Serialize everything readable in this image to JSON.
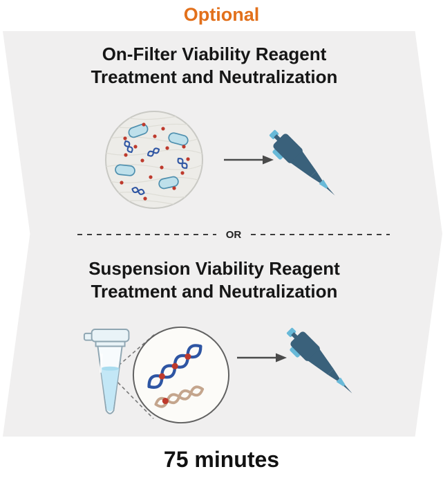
{
  "diagram": {
    "optional_label": "Optional",
    "or_label": "OR",
    "duration_label": "75 minutes",
    "sections": [
      {
        "title_line1": "On-Filter Viability Reagent",
        "title_line2": "Treatment and Neutralization"
      },
      {
        "title_line1": "Suspension Viability Reagent",
        "title_line2": "Treatment and Neutralization"
      }
    ],
    "icons": {
      "section1_left": "membrane-filter-with-microbes-icon",
      "section1_arrow": "arrow-right-icon",
      "section1_right": "micropipette-icon",
      "section2_left": "microcentrifuge-tube-icon",
      "section2_zoom": "dna-magnified-circle-icon",
      "section2_arrow": "arrow-right-icon",
      "section2_right": "micropipette-icon"
    },
    "colors": {
      "accent_orange": "#E2701B",
      "panel_gray": "#F0EFEF",
      "text_dark": "#161616",
      "arrow_gray": "#4A4A4A",
      "pipette_body": "#3A617B",
      "pipette_accent": "#68B9D8",
      "microbe_fill": "#BEE0EB",
      "microbe_stroke": "#4E8FAE",
      "dna_blue": "#2E55A3",
      "dna_tan": "#C4A58D",
      "dot_red": "#BE3A2C",
      "liquid_blue": "#C3E7F6"
    }
  }
}
